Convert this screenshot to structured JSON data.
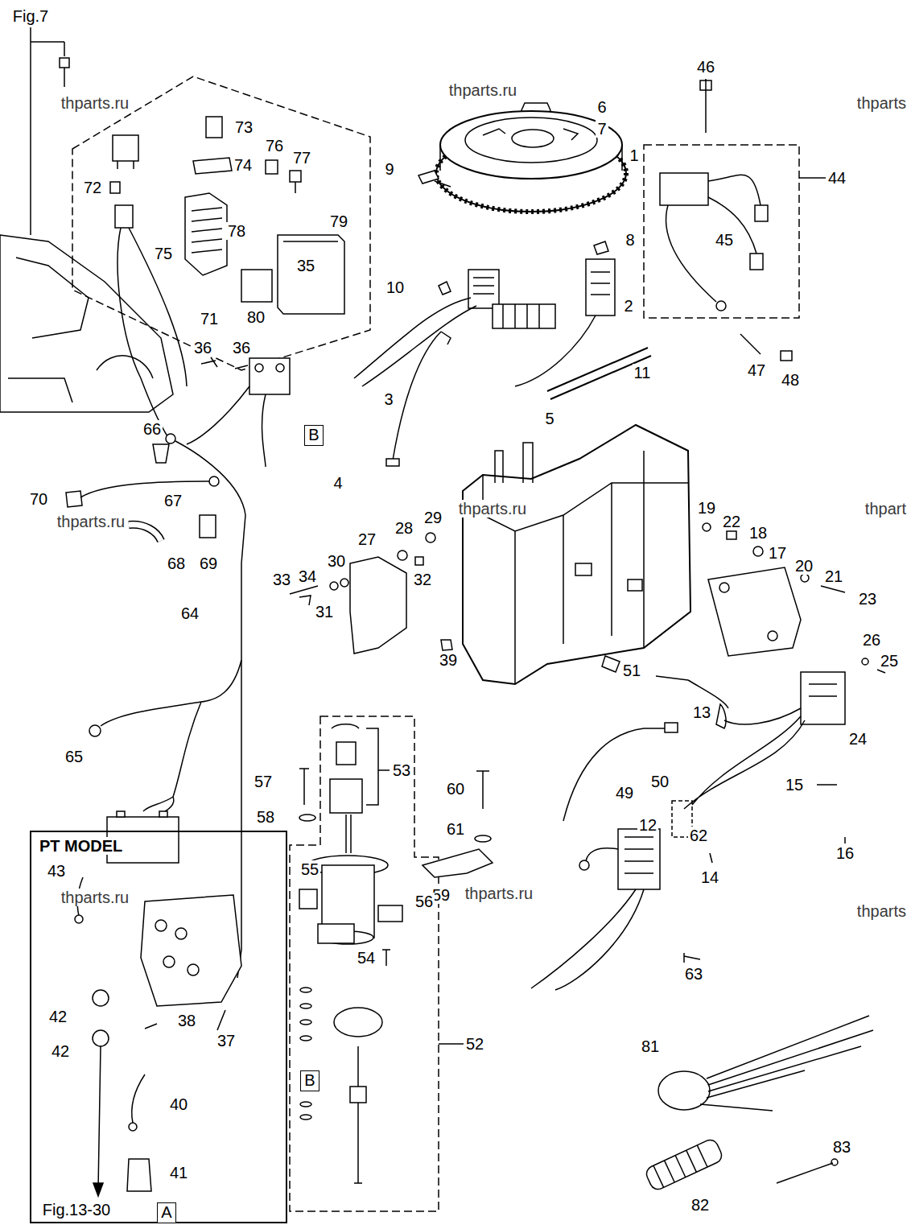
{
  "diagram": {
    "nodes": [
      {
        "text": [
          "PT MODEL"
        ]
      },
      {
        "text": [
          "B"
        ]
      },
      {
        "text": [
          "B"
        ]
      },
      {
        "text": [
          "A"
        ],
        "in": 0
      }
    ],
    "labels": [
      "Fig.7",
      "thparts.ru",
      "thparts.ru",
      "thparts",
      "73",
      "74",
      "72",
      "76",
      "77",
      "78",
      "75",
      "80",
      "79",
      "71",
      "36",
      "36",
      "35",
      "66",
      "70",
      "thparts.ru",
      "67",
      "68",
      "69",
      "64",
      "65",
      "6",
      "7",
      "1",
      "9",
      "8",
      "10",
      "2",
      "3",
      "11",
      "4",
      "5",
      "46",
      "44",
      "45",
      "47",
      "48",
      "thparts.ru",
      "thpart",
      "19",
      "22",
      "18",
      "17",
      "20",
      "21",
      "23",
      "26",
      "25",
      "24",
      "51",
      "13",
      "49",
      "50",
      "15",
      "12",
      "14",
      "16",
      "27",
      "28",
      "29",
      "30",
      "32",
      "33",
      "34",
      "31",
      "39",
      "57",
      "53",
      "58",
      "60",
      "61",
      "59",
      "thparts.ru",
      "thparts.ru",
      "thparts",
      "62",
      "63",
      "55",
      "56",
      "54",
      "52",
      "81",
      "82",
      "83",
      "43",
      "42",
      "42",
      "38",
      "37",
      "40",
      "41",
      "Fig.13-30"
    ]
  }
}
